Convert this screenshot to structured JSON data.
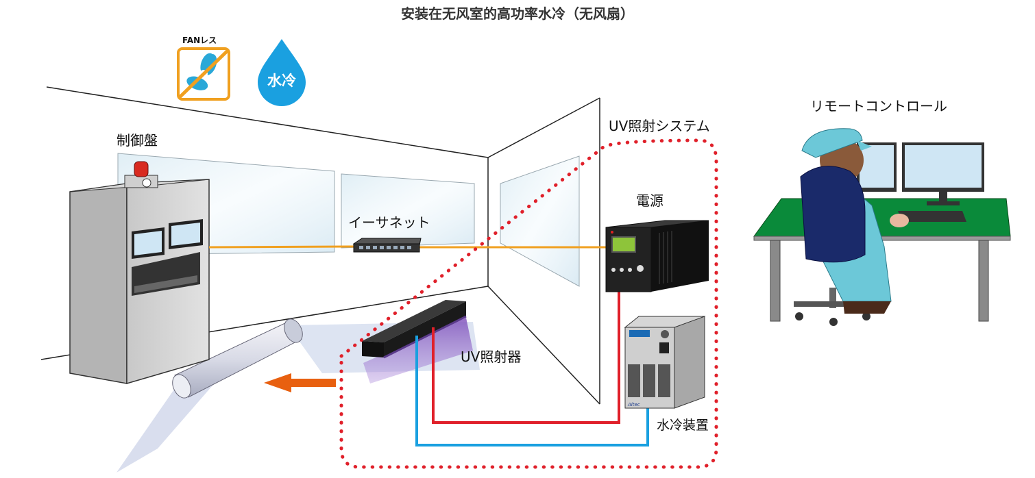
{
  "diagram": {
    "title": "安装在无风室的高功率水冷（无风扇）",
    "badges": {
      "fanless_caption": "FANレス",
      "water_cooling": "水冷"
    },
    "labels": {
      "control_panel": "制御盤",
      "ethernet": "イーサネット",
      "power_supply": "電源",
      "uv_system": "UV照射システム",
      "remote_control": "リモートコントロール",
      "uv_irradiator": "UV照射器",
      "water_cooler": "水冷装置"
    },
    "chiller_brand": "Altec"
  },
  "colors": {
    "ethernet_cable": "#f0a020",
    "uv_system_boundary": "#e0202a",
    "hot_pipe": "#e0202a",
    "cold_pipe": "#1aa0e0",
    "flow_arrow": "#e86010",
    "water_drop": "#1aa0e0",
    "fanless_badge_border": "#f0a020",
    "desk": "#0a8a3a",
    "operator_shirt": "#6cc8d8",
    "operator_chair": "#1a2a6a"
  }
}
